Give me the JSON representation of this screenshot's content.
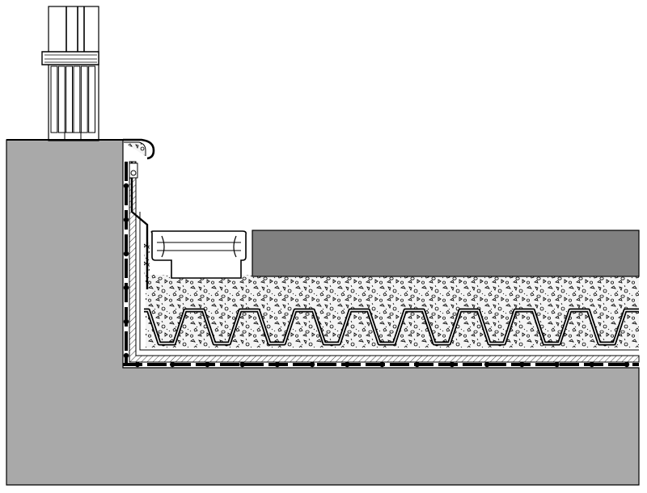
{
  "diagram": {
    "kind": "construction-section-detail",
    "text_labels": [],
    "colors": {
      "background": "#ffffff",
      "structure": "#a9a9a9",
      "paving_slab": "#808080",
      "linework": "#000000",
      "gravel_fill": "#f2f2f2",
      "window_wood": "#ffffff"
    },
    "counts": {
      "drainage_mat_corrugations": 9,
      "waterproofing_dots_bottom": 15,
      "waterproofing_dots_side": 6,
      "window_frame_slats": 6
    }
  }
}
